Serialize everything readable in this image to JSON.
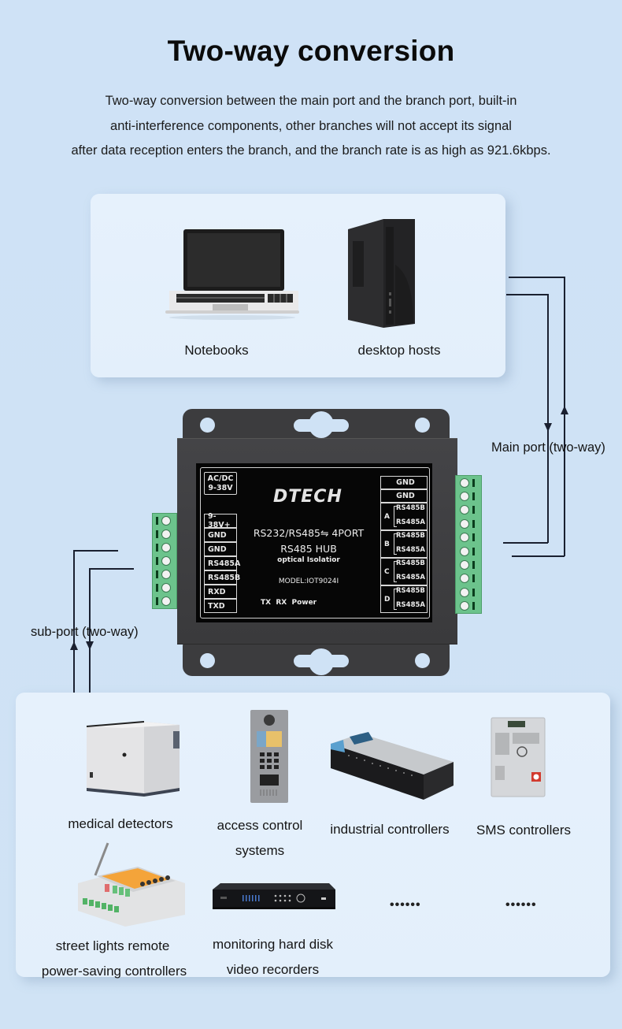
{
  "header": {
    "title": "Two-way conversion",
    "description_lines": [
      "Two-way conversion between the main port and the branch port, built-in",
      "anti-interference components, other branches will not accept its signal",
      "after data reception enters the branch, and the branch rate is as high as 921.6kbps."
    ]
  },
  "hosts": {
    "items": [
      {
        "label": "Notebooks",
        "icon": "laptop-icon"
      },
      {
        "label": "desktop hosts",
        "icon": "desktop-tower-icon"
      }
    ]
  },
  "connections": {
    "main_port_label": "Main port (two-way)",
    "sub_port_label": "sub-port (two-way)"
  },
  "device": {
    "brand": "DTECH",
    "power_box": [
      "AC/DC",
      "9-38V"
    ],
    "left_pins": [
      "9-38V+",
      "GND",
      "GND",
      "RS485A",
      "RS485B",
      "RXD",
      "TXD"
    ],
    "title_line1": "RS232/RS485⇋ 4PORT",
    "title_line2": "RS485 HUB",
    "title_line3": "optical Isolatior",
    "model": "MODEL:IOT9024I",
    "indicators": "TX  RX  Power",
    "right_gnd": [
      "GND",
      "GND"
    ],
    "right_ports": [
      {
        "id": "A",
        "pins": [
          "RS485B",
          "RS485A"
        ]
      },
      {
        "id": "B",
        "pins": [
          "RS485B",
          "RS485A"
        ]
      },
      {
        "id": "C",
        "pins": [
          "RS485B",
          "RS485A"
        ]
      },
      {
        "id": "D",
        "pins": [
          "RS485B",
          "RS485A"
        ]
      }
    ]
  },
  "slaves": {
    "items": [
      {
        "lines": [
          "medical detectors"
        ],
        "icon": "medical-detector-icon"
      },
      {
        "lines": [
          "access control",
          "systems"
        ],
        "icon": "access-control-panel-icon"
      },
      {
        "lines": [
          "industrial controllers"
        ],
        "icon": "industrial-controller-icon"
      },
      {
        "lines": [
          "SMS controllers"
        ],
        "icon": "sms-controller-icon"
      },
      {
        "lines": [
          "street lights remote",
          "power-saving controllers"
        ],
        "icon": "street-light-controller-icon"
      },
      {
        "lines": [
          "monitoring hard disk",
          "video recorders"
        ],
        "icon": "video-recorder-icon"
      },
      {
        "lines": [
          "••••••"
        ],
        "icon": "more-icon"
      },
      {
        "lines": [
          "••••••"
        ],
        "icon": "more-icon"
      }
    ]
  }
}
